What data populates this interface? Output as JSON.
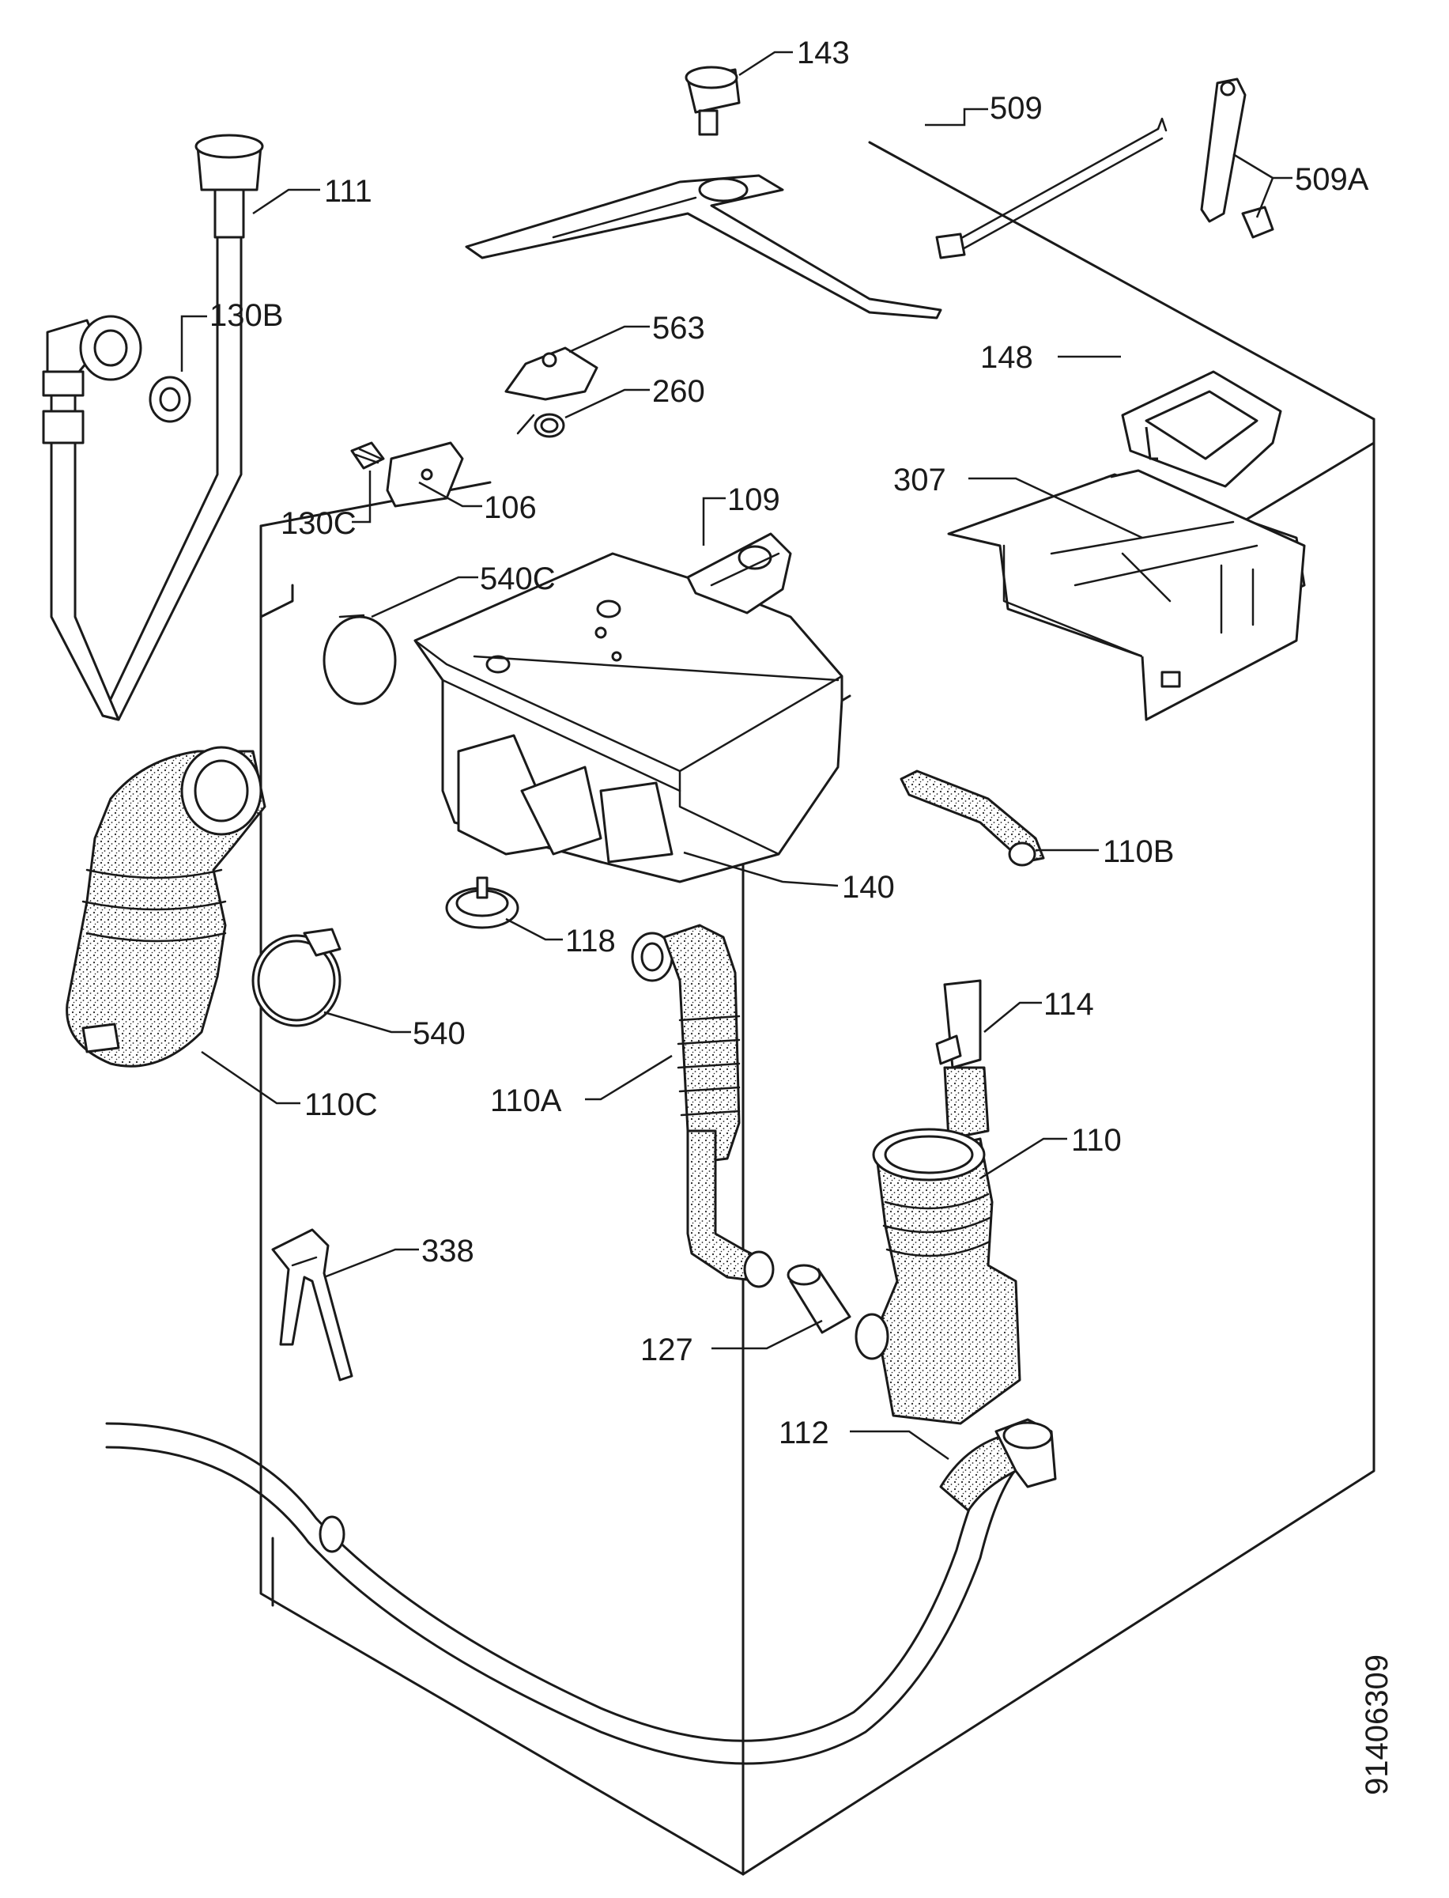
{
  "diagram": {
    "labels": {
      "p143": "143",
      "p509": "509",
      "p509a": "509A",
      "p111": "111",
      "p130b": "130B",
      "p563": "563",
      "p260": "260",
      "p148": "148",
      "p307": "307",
      "p130c": "130C",
      "p106": "106",
      "p109": "109",
      "p540c": "540C",
      "p140": "140",
      "p110b": "110B",
      "p118": "118",
      "p540": "540",
      "p110c": "110C",
      "p110a": "110A",
      "p114": "114",
      "p110": "110",
      "p338": "338",
      "p127": "127",
      "p112": "112"
    },
    "drawing_number": "91406309"
  }
}
